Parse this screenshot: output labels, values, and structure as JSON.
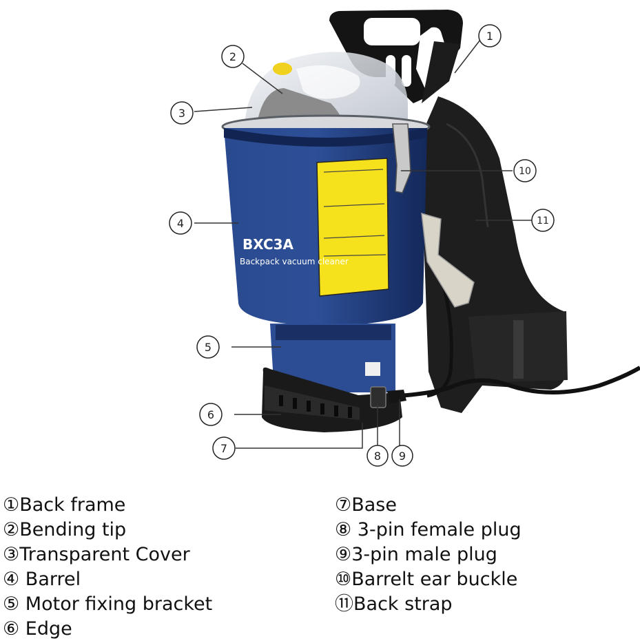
{
  "product": {
    "model": "BXC3A",
    "subtitle": "Backpack vacuum cleaner"
  },
  "callouts": [
    {
      "num": "1",
      "label": "Back frame"
    },
    {
      "num": "2",
      "label": "Bending tip"
    },
    {
      "num": "3",
      "label": "Transparent Cover"
    },
    {
      "num": "4",
      "label": "Barrel"
    },
    {
      "num": "5",
      "label": "Motor fixing bracket"
    },
    {
      "num": "6",
      "label": "Edge"
    },
    {
      "num": "7",
      "label": "Base"
    },
    {
      "num": "8",
      "label": "3-pin female plug"
    },
    {
      "num": "9",
      "label": "3-pin male plug"
    },
    {
      "num": "10",
      "label": "Barrelt ear buckle"
    },
    {
      "num": "11",
      "label": "Back strap"
    }
  ],
  "legend_prefix": {
    "1": "①",
    "2": "②",
    "3": "③",
    "4": "④ ",
    "5": "⑤ ",
    "6": "⑥ ",
    "7": "⑦",
    "8": "⑧ ",
    "9": "⑨",
    "10": "⑩",
    "11": "⑪"
  },
  "colors": {
    "barrel": "#1f3a78",
    "frame": "#1a1a1a",
    "sticker": "#f6e21c",
    "cover": "#d9dde3",
    "filter": "#8a8a8a",
    "clip": "#d8d4c8"
  }
}
